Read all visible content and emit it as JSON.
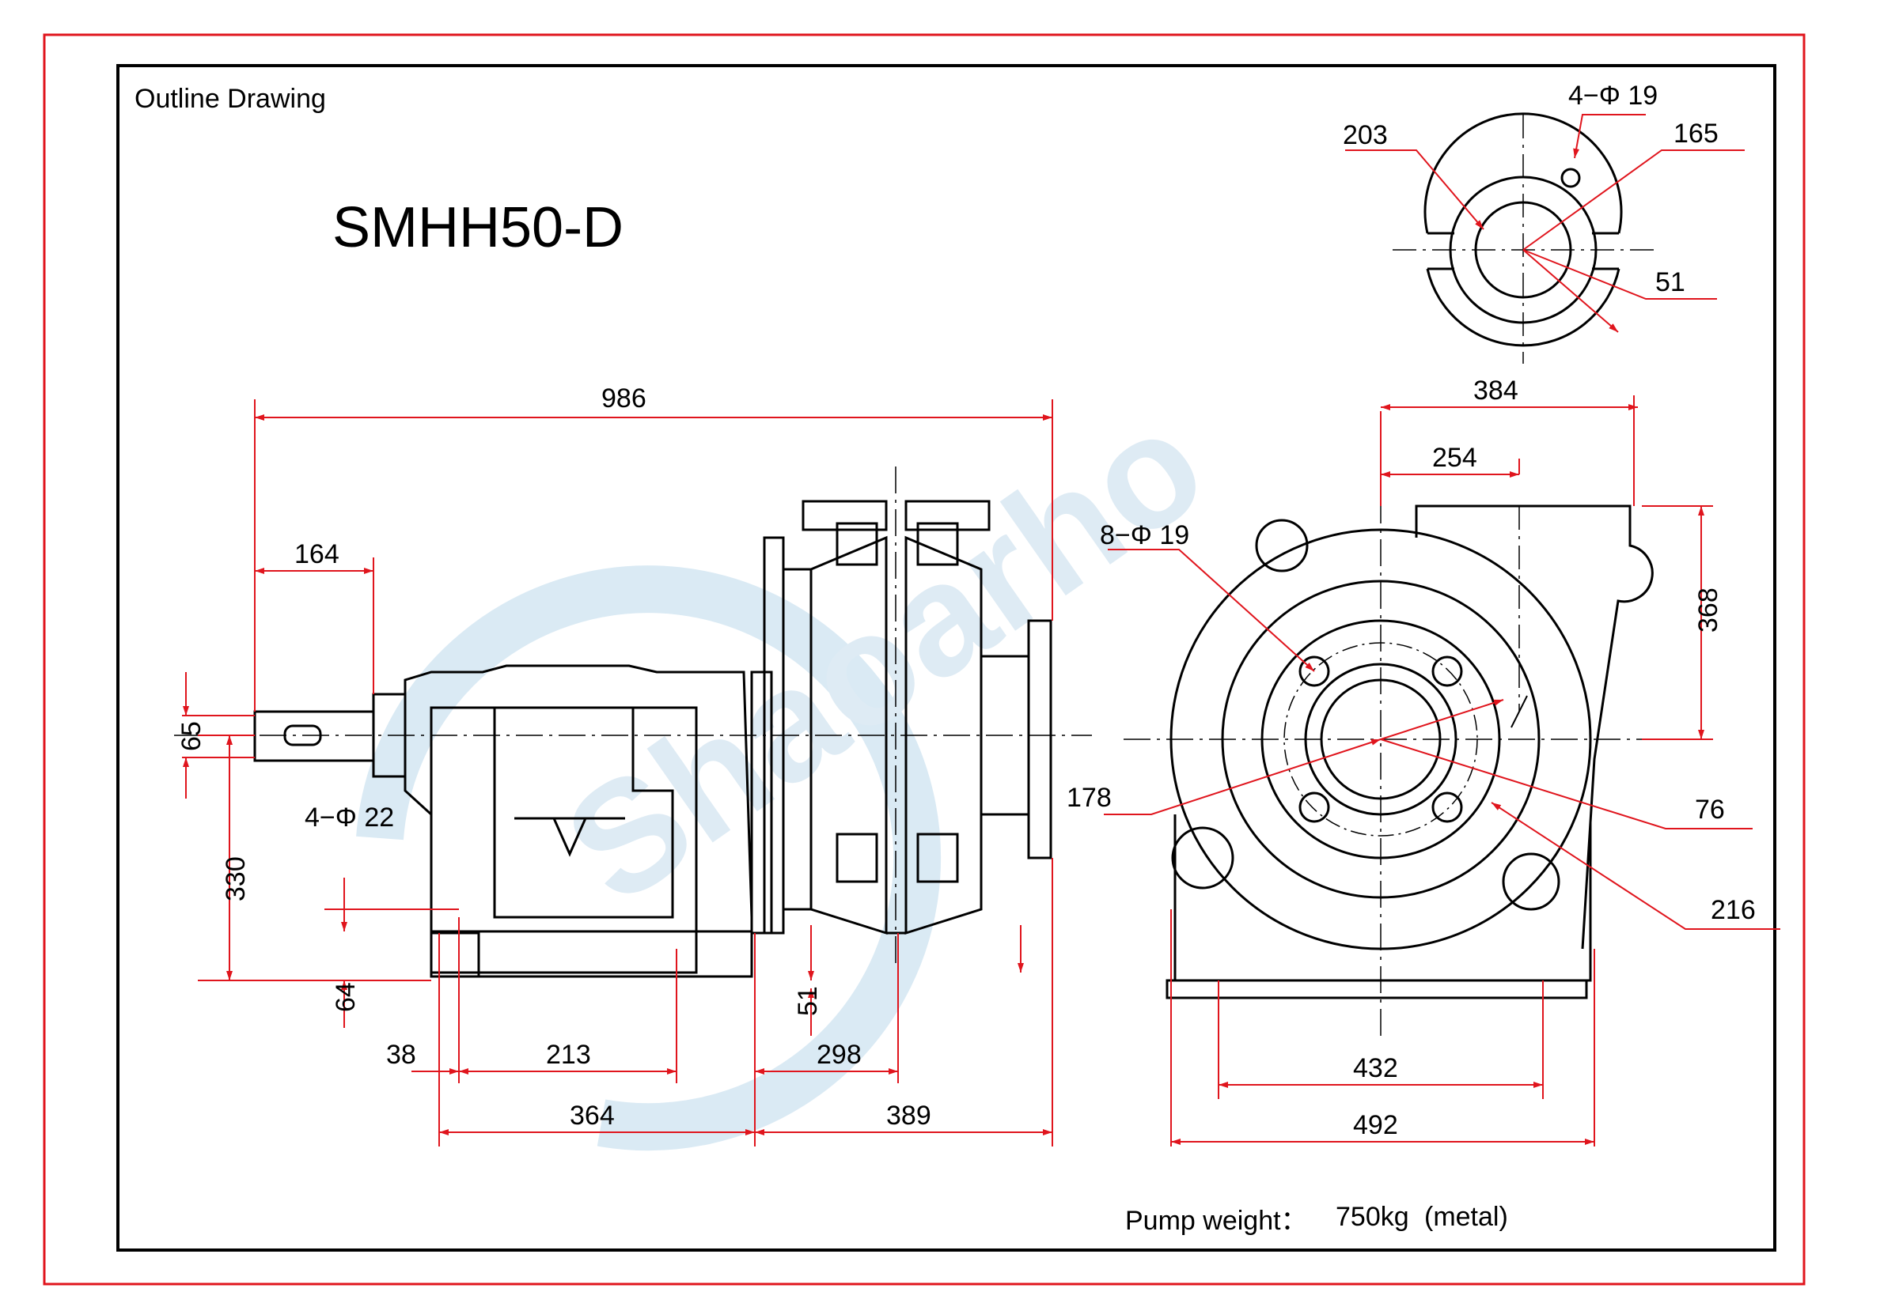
{
  "sheet": {
    "heading": "Outline Drawing",
    "model": "SMHH50-D",
    "weight_label": "Pump weight：",
    "weight_value": "750kg",
    "weight_material": "(metal)"
  },
  "watermark": {
    "text": "Shaoarho"
  },
  "colors": {
    "frame": "#e0151d",
    "dimension": "#e0151d",
    "outline": "#000000",
    "watermark": "#d6e8f3"
  },
  "dims": {
    "overall_length": "986",
    "shaft_extension": "164",
    "shaft_dia": "65",
    "centre_height": "330",
    "foot_holes": "4−Φ 22",
    "foot_thickness": "64",
    "foot_edge": "38",
    "foot_hole_pitch": "213",
    "frame_length": "364",
    "pump_length": "389",
    "discharge_flange": "298",
    "suction_offset": "51",
    "width_384": "384",
    "offset_254": "254",
    "outlet_height": "368",
    "suction_holes": "8−Φ 19",
    "suction_178": "178",
    "suction_76": "76",
    "suction_216": "216",
    "base_432": "432",
    "base_492": "492",
    "discharge_holes": "4−Φ 19",
    "discharge_203": "203",
    "discharge_165": "165",
    "discharge_51": "51"
  }
}
